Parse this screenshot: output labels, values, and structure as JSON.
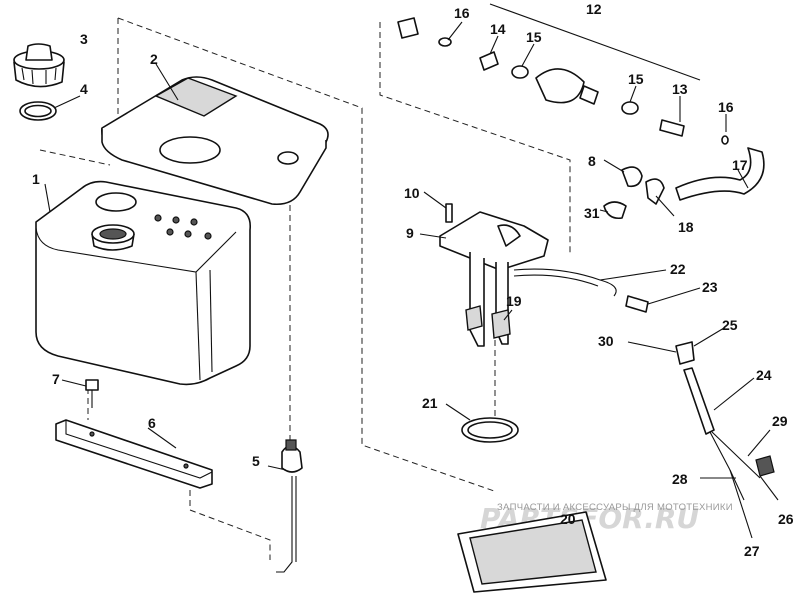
{
  "diagram": {
    "callouts": [
      {
        "id": "1",
        "text": "1"
      },
      {
        "id": "2",
        "text": "2"
      },
      {
        "id": "3",
        "text": "3"
      },
      {
        "id": "4",
        "text": "4"
      },
      {
        "id": "5",
        "text": "5"
      },
      {
        "id": "6",
        "text": "6"
      },
      {
        "id": "7",
        "text": "7"
      },
      {
        "id": "8",
        "text": "8"
      },
      {
        "id": "9",
        "text": "9"
      },
      {
        "id": "10",
        "text": "10"
      },
      {
        "id": "12",
        "text": "12"
      },
      {
        "id": "13",
        "text": "13"
      },
      {
        "id": "14",
        "text": "14"
      },
      {
        "id": "15a",
        "text": "15"
      },
      {
        "id": "15b",
        "text": "15"
      },
      {
        "id": "16a",
        "text": "16"
      },
      {
        "id": "16b",
        "text": "16"
      },
      {
        "id": "17",
        "text": "17"
      },
      {
        "id": "18",
        "text": "18"
      },
      {
        "id": "19",
        "text": "19"
      },
      {
        "id": "20",
        "text": "20"
      },
      {
        "id": "21",
        "text": "21"
      },
      {
        "id": "22",
        "text": "22"
      },
      {
        "id": "23",
        "text": "23"
      },
      {
        "id": "24",
        "text": "24"
      },
      {
        "id": "25",
        "text": "25"
      },
      {
        "id": "26",
        "text": "26"
      },
      {
        "id": "27",
        "text": "27"
      },
      {
        "id": "28",
        "text": "28"
      },
      {
        "id": "29",
        "text": "29"
      },
      {
        "id": "30",
        "text": "30"
      },
      {
        "id": "31",
        "text": "31"
      }
    ],
    "watermark": {
      "caption": "ЗАПЧАСТИ И АКСЕССУАРЫ ДЛЯ МОТОТЕХНИКИ",
      "brand": "PARTSFOR.RU"
    }
  }
}
